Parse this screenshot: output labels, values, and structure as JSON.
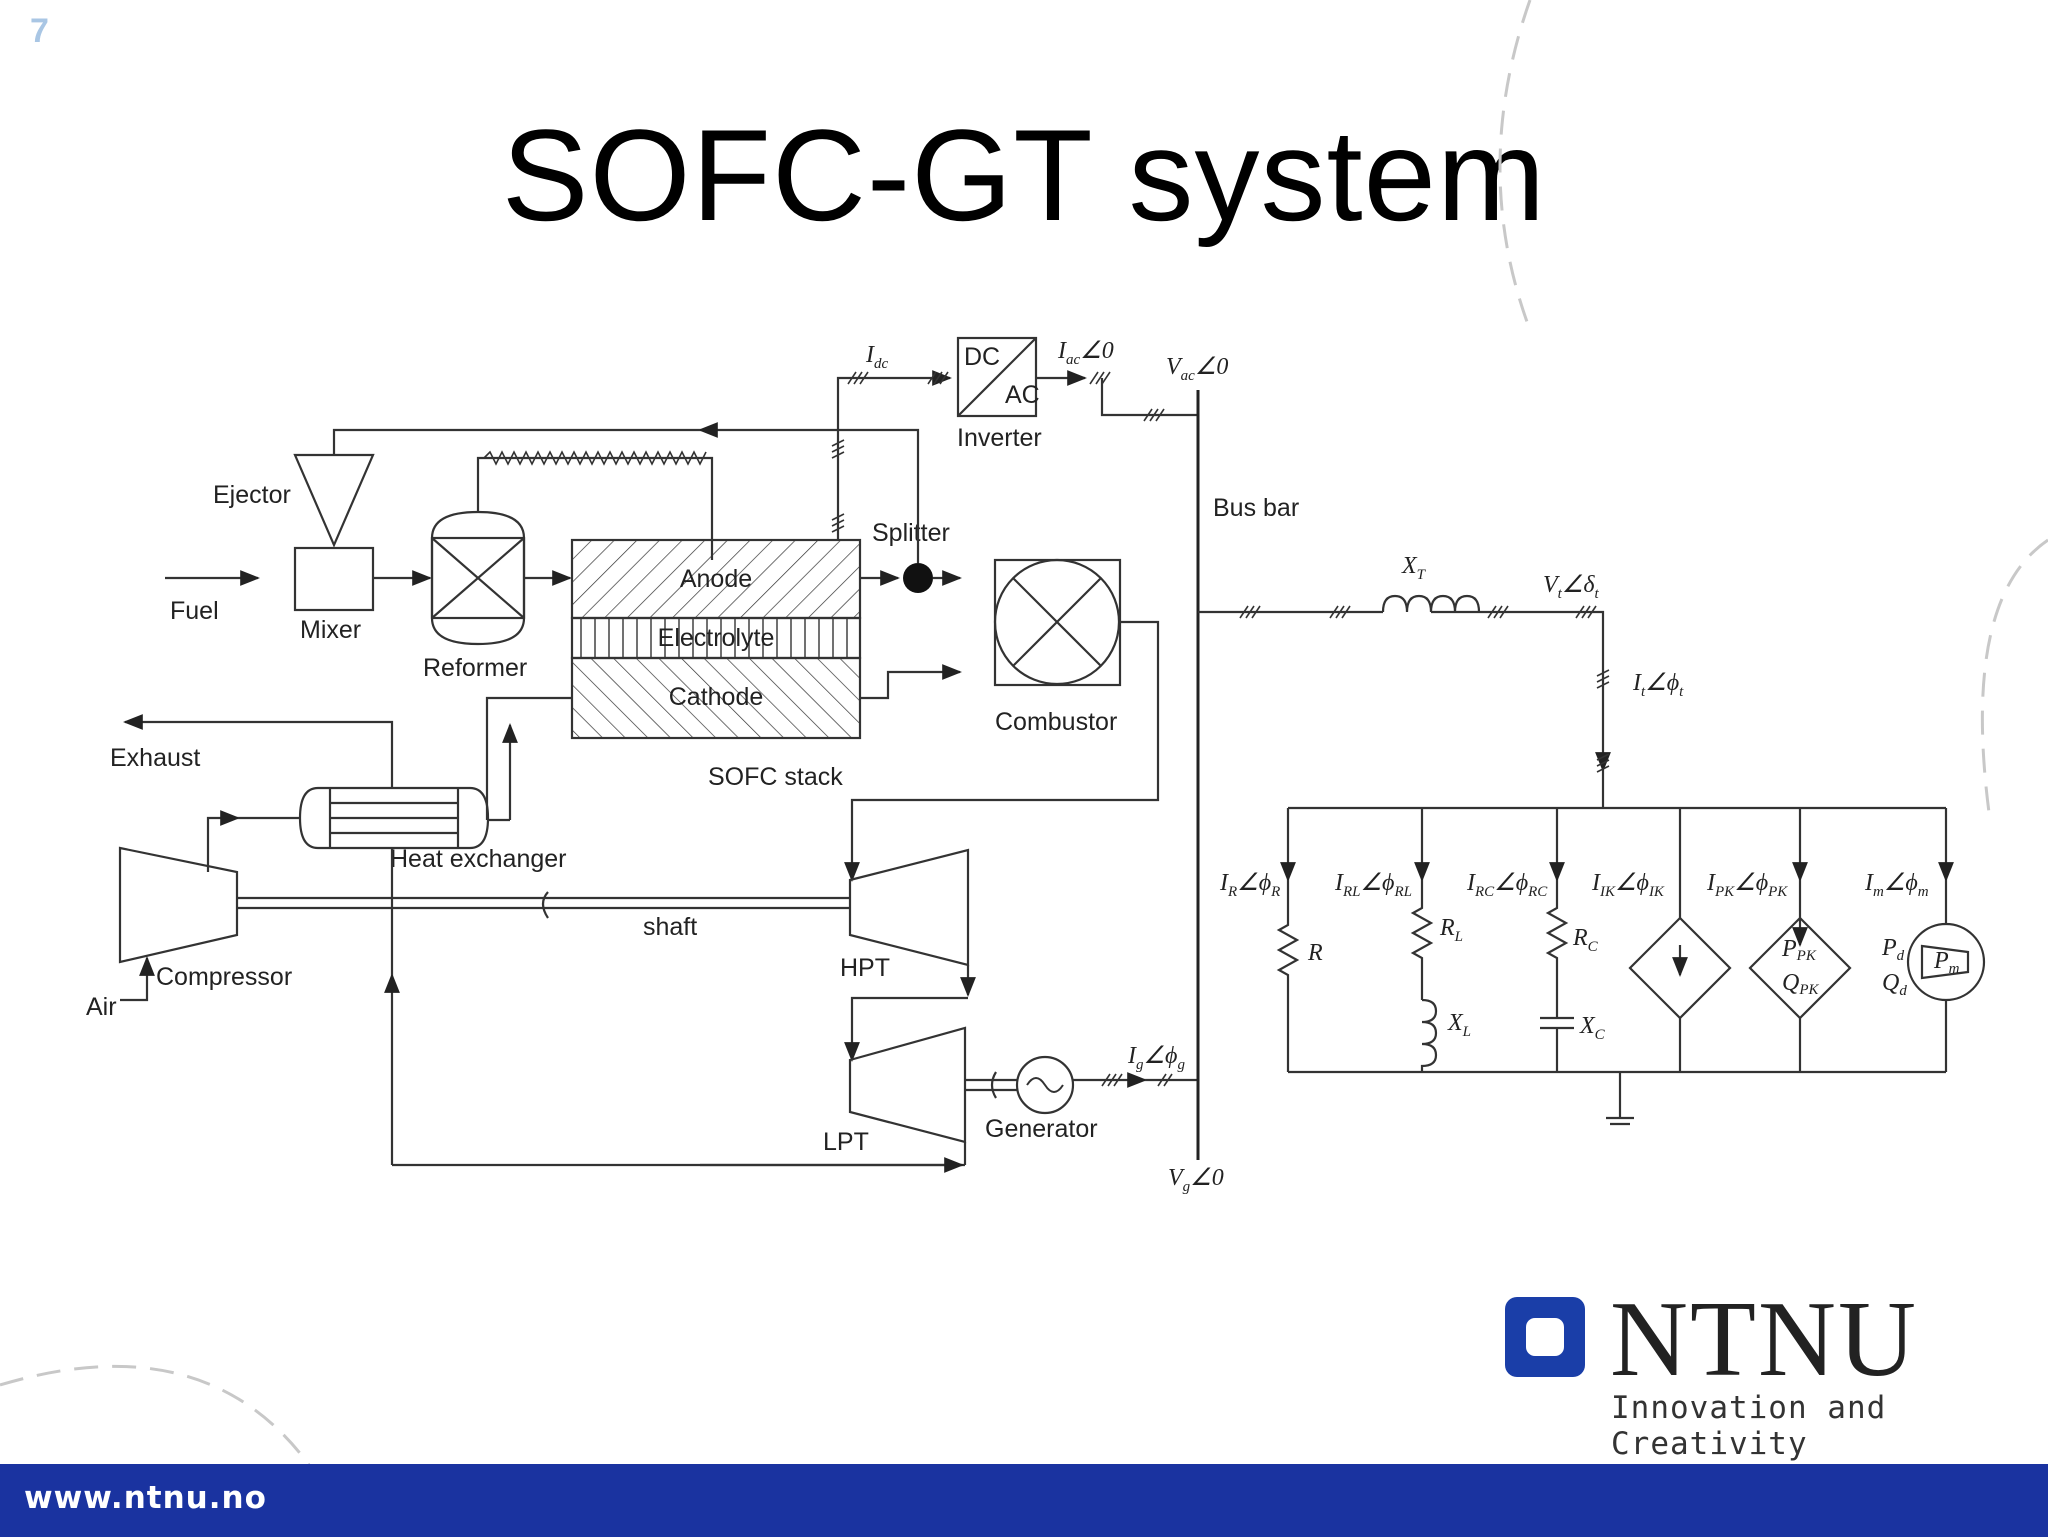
{
  "slide": {
    "number": "7",
    "title": "SOFC-GT system"
  },
  "diagram": {
    "components": {
      "ejector": "Ejector",
      "fuel": "Fuel",
      "mixer": "Mixer",
      "reformer": "Reformer",
      "anode": "Anode",
      "electrolyte": "Electrolyte",
      "cathode": "Cathode",
      "sofc_stack": "SOFC stack",
      "splitter": "Splitter",
      "combustor": "Combustor",
      "exhaust": "Exhaust",
      "heat_exchanger": "Heat exchanger",
      "compressor": "Compressor",
      "air": "Air",
      "shaft": "shaft",
      "hpt": "HPT",
      "lpt": "LPT",
      "generator": "Generator",
      "inverter": "Inverter",
      "dc": "DC",
      "ac": "AC",
      "bus_bar": "Bus bar"
    },
    "symbols": {
      "idc": {
        "main": "I",
        "sub": "dc"
      },
      "iac": {
        "main": "I",
        "sub": "ac",
        "rest": "∠0"
      },
      "vac": {
        "main": "V",
        "sub": "ac",
        "rest": "∠0"
      },
      "xt": {
        "main": "X",
        "sub": "T"
      },
      "vt": {
        "main": "V",
        "sub": "t",
        "rest": "∠δ",
        "sub2": "t"
      },
      "it": {
        "main": "I",
        "sub": "t",
        "rest": "∠ϕ",
        "sub2": "t"
      },
      "ig": {
        "main": "I",
        "sub": "g",
        "rest": "∠ϕ",
        "sub2": "g"
      },
      "vg": {
        "main": "V",
        "sub": "g",
        "rest": "∠0"
      },
      "ir": {
        "main": "I",
        "sub": "R",
        "rest": "∠ϕ",
        "sub2": "R"
      },
      "irl": {
        "main": "I",
        "sub": "RL",
        "rest": "∠ϕ",
        "sub2": "RL"
      },
      "irc": {
        "main": "I",
        "sub": "RC",
        "rest": "∠ϕ",
        "sub2": "RC"
      },
      "iik": {
        "main": "I",
        "sub": "IK",
        "rest": "∠ϕ",
        "sub2": "IK"
      },
      "ipk": {
        "main": "I",
        "sub": "PK",
        "rest": "∠ϕ",
        "sub2": "PK"
      },
      "im": {
        "main": "I",
        "sub": "m",
        "rest": "∠ϕ",
        "sub2": "m"
      },
      "r": "R",
      "rl": {
        "main": "R",
        "sub": "L"
      },
      "xl": {
        "main": "X",
        "sub": "L"
      },
      "rc": {
        "main": "R",
        "sub": "C"
      },
      "xc": {
        "main": "X",
        "sub": "C"
      },
      "ppk": {
        "main": "P",
        "sub": "PK"
      },
      "qpk": {
        "main": "Q",
        "sub": "PK"
      },
      "pd": {
        "main": "P",
        "sub": "d"
      },
      "qd": {
        "main": "Q",
        "sub": "d"
      },
      "pm": {
        "main": "P",
        "sub": "m"
      }
    }
  },
  "branding": {
    "logo_text": "NTNU",
    "tagline": "Innovation and Creativity",
    "footer_url": "www.ntnu.no",
    "footer_color": "#1a33a0",
    "logo_color": "#1a3ea8"
  }
}
